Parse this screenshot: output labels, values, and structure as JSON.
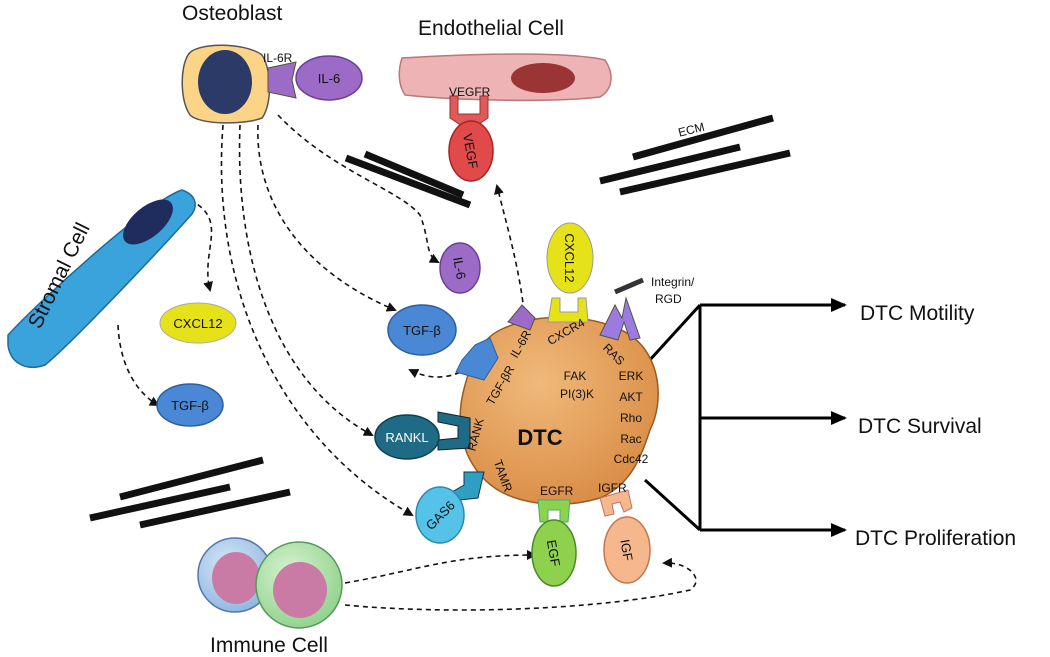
{
  "cells": {
    "osteoblast": "Osteoblast",
    "endothelial": "Endothelial Cell",
    "stromal": "Stromal Cell",
    "immune": "Immune Cell",
    "dtc": "DTC"
  },
  "ecm_label": "ECM",
  "receptors": {
    "il6r_osteoblast": "IL-6R",
    "vegfr": "VEGFR",
    "cxcr4": "CXCR4",
    "il6r": "IL-6R",
    "tgfbr": "TGF-βR",
    "rank": "RANK",
    "tamr": "TAMR",
    "egfr": "EGFR",
    "igfr": "IGFR",
    "ras": "RAS",
    "integrin": "Integrin/",
    "rgd": "RGD"
  },
  "ligands": {
    "il6_osteoblast": "IL-6",
    "vegf": "VEGF",
    "cxcl12_dtc": "CXCL12",
    "il6": "IL-6",
    "tgfb": "TGF-β",
    "cxcl12_stromal": "CXCL12",
    "tgfb_stromal": "TGF-β",
    "rankl": "RANKL",
    "gas6": "GAS6",
    "egf": "EGF",
    "igf": "IGF"
  },
  "pathways_left": [
    "FAK",
    "PI(3)K"
  ],
  "pathways_right": [
    "ERK",
    "AKT",
    "Rho",
    "Rac",
    "Cdc42"
  ],
  "outcomes": [
    "DTC Motility",
    "DTC Survival",
    "DTC Proliferation"
  ],
  "colors": {
    "dtc": "#E3A263",
    "osteoblast": "#FBD488",
    "nucleus_dark": "#2B3A67",
    "endothelial": "#EDB3B5",
    "endo_nucleus": "#9B3535",
    "stromal": "#3BA3DC",
    "vegf": "#E04A4A",
    "il6": "#9C6BC8",
    "tgfb": "#4A88D6",
    "cxcl12": "#E6E21A",
    "rankl": "#1F6B85",
    "gas6": "#55C3E8",
    "egf": "#8DD14E",
    "igf": "#F7B78D",
    "immune": "#A7E0A0"
  }
}
